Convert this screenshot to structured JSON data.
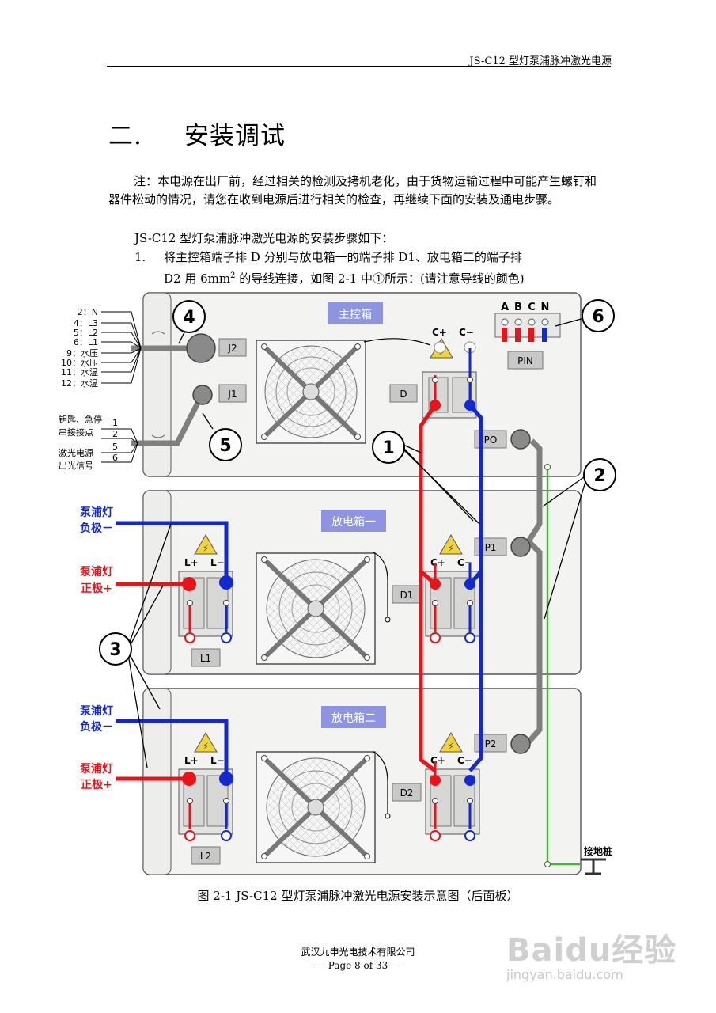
{
  "header": {
    "title": "JS-C12 型灯泵浦脉冲激光电源"
  },
  "section": {
    "number": "二.",
    "title": "安装调试"
  },
  "paragraphs": {
    "note": "注：本电源在出厂前，经过相关的检测及拷机老化，由于货物运输过程中可能产生螺钉和器件松动的情况，请您在收到电源后进行相关的检查，再继续下面的安装及通电步骤。",
    "intro": "JS-C12 型灯泵浦脉冲激光电源的安装步骤如下：",
    "step1_index": "1.",
    "step1_line1": "将主控箱端子排 D 分别与放电箱一的端子排 D1、放电箱二的端子排",
    "step1_line2_a": "D2 用 6mm",
    "step1_line2_sup": "2",
    "step1_line2_b": " 的导线连接，如图 2-1 中①所示：(请注意导线的颜色)"
  },
  "figure": {
    "boxes": {
      "main": "主控箱",
      "discharge1": "放电箱一",
      "discharge2": "放电箱二"
    },
    "terminals": {
      "J1": "J1",
      "J2": "J2",
      "D": "D",
      "D1": "D1",
      "D2": "D2",
      "L1": "L1",
      "L2": "L2",
      "PIN": "PIN",
      "PO": "PO",
      "P1": "P1",
      "P2": "P2"
    },
    "pins": {
      "cplus": "C+",
      "cminus": "C−",
      "lplus": "L+",
      "lminus": "L−"
    },
    "pin_header": {
      "a": "A",
      "b": "B",
      "c": "C",
      "n": "N"
    },
    "j2_legend": [
      "2：N",
      "4：L3",
      "5：L2",
      "6：L1",
      "9：水压",
      "10：水压",
      "11：水温",
      "12：水温"
    ],
    "j1_legend": {
      "line1": "钥匙、急停",
      "line2": "串接接点",
      "line3": "激光电源",
      "line4": "出光信号",
      "n1": "1",
      "n2": "2",
      "n5": "5",
      "n6": "6"
    },
    "lamp": {
      "neg_line1": "泵浦灯",
      "neg_line2": "负极－",
      "pos_line1": "泵浦灯",
      "pos_line2": "正极+"
    },
    "callouts": {
      "c1": "1",
      "c2": "2",
      "c3": "3",
      "c4": "4",
      "c5": "5",
      "c6": "6"
    },
    "ground": "接地桩",
    "colors": {
      "positive": "#e8141a",
      "negative": "#1428d2",
      "signal": "#7f7f7f",
      "ground": "#45b533",
      "label_box": "#8f94e0"
    }
  },
  "caption": "图 2-1    JS-C12 型灯泵浦脉冲激光电源安装示意图（后面板）",
  "footer": {
    "company": "武汉九申光电技术有限公司",
    "page": "—  Page 8 of 33  —"
  },
  "watermark": {
    "brand": "Baidu经验",
    "url": "jingyan.baidu.com"
  }
}
